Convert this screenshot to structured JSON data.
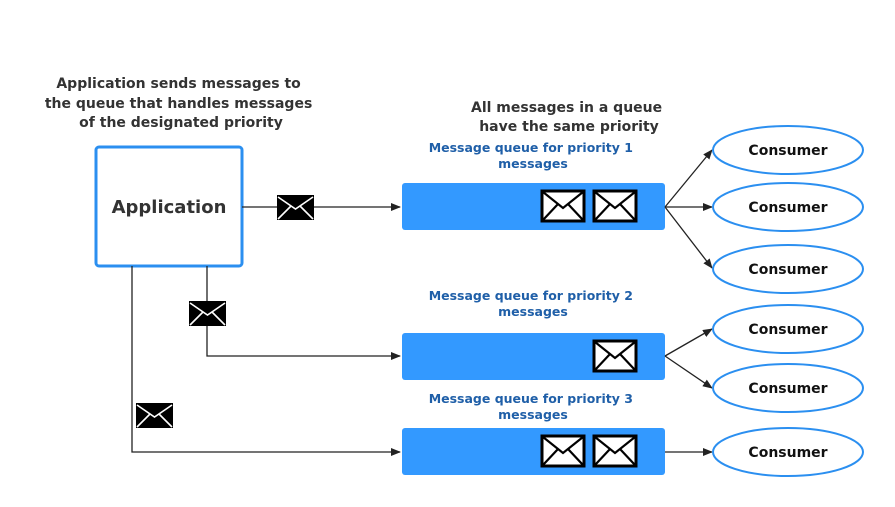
{
  "captions": {
    "application": [
      "Application sends messages to",
      "the queue that handles messages",
      "of the designated priority"
    ],
    "queue": [
      "All messages in a queue",
      "have the same priority"
    ]
  },
  "application": {
    "label": "Application"
  },
  "queues": [
    {
      "label": [
        "Message queue for priority 1",
        "messages"
      ]
    },
    {
      "label": [
        "Message queue for priority 2",
        "messages"
      ]
    },
    {
      "label": [
        "Message queue for priority 3",
        "messages"
      ]
    }
  ],
  "consumers": [
    "Consumer",
    "Consumer",
    "Consumer",
    "Consumer",
    "Consumer",
    "Consumer"
  ],
  "colors": {
    "queue_fill": "#3399ff",
    "app_border": "#2b8ff0",
    "consumer_border": "#2b8ff0",
    "queue_label_text": "#1f5fa8"
  }
}
